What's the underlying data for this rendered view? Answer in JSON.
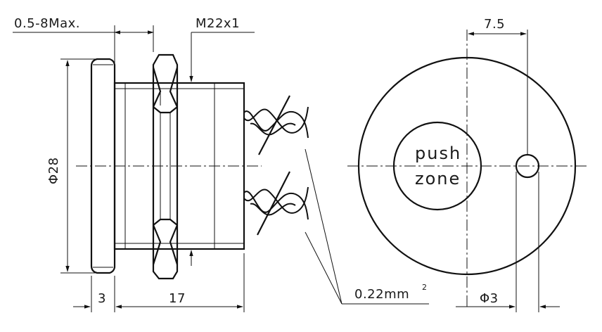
{
  "dimensions": {
    "panel_thickness": "0.5-8Max.",
    "thread": "M22x1",
    "pitch_offset": "7.5",
    "diameter": "28",
    "diameter_symbol": "Φ",
    "flange_width": "3",
    "body_length": "17",
    "wire_gauge": "0.22mm",
    "wire_gauge_sup": "2",
    "led_diameter": "3"
  },
  "labels": {
    "push_zone_line1": "push",
    "push_zone_line2": "zone"
  }
}
